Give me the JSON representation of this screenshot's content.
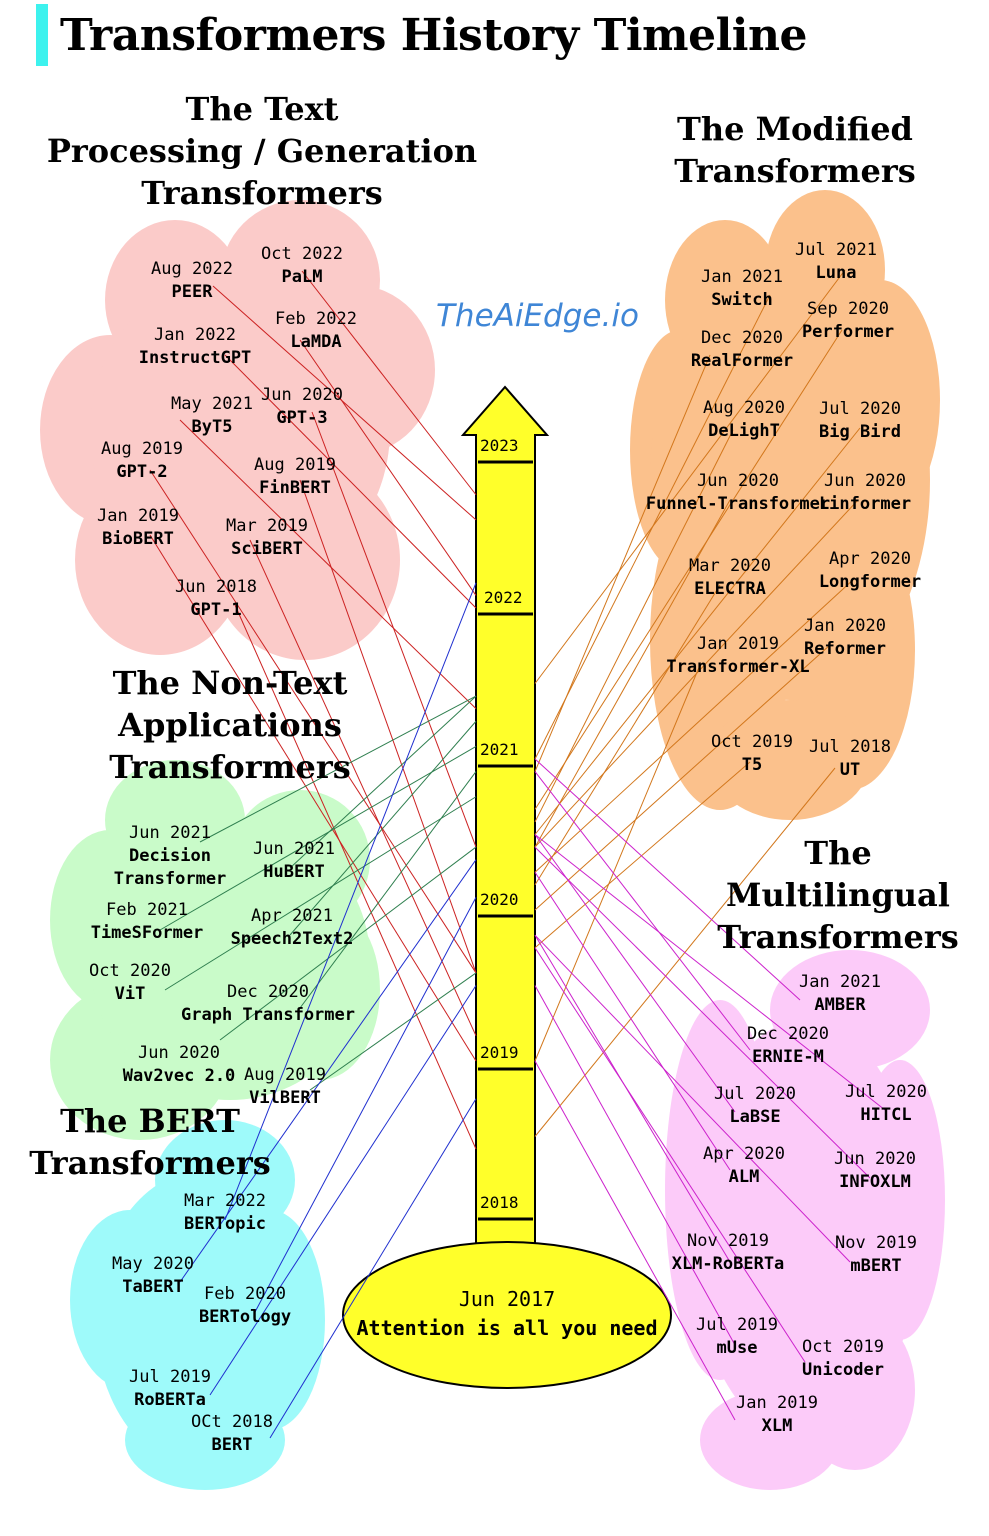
{
  "title": "Transformers History Timeline",
  "watermark": "TheAiEdge.io",
  "origin": {
    "date": "Jun 2017",
    "name": "Attention is all you need"
  },
  "years": [
    "2018",
    "2019",
    "2020",
    "2021",
    "2022",
    "2023"
  ],
  "colors": {
    "text": "#fbcbc9",
    "modified": "#fbc18c",
    "nontext": "#c9fbc9",
    "bert": "#9efafa",
    "multilingual": "#fccbf9",
    "arrow": "#ffff2a",
    "accent": "#3df2ee",
    "line_text": "#cc2222",
    "line_modified": "#d2771c",
    "line_nontext": "#2f7f4f",
    "line_bert": "#1f2fcf",
    "line_multilingual": "#cc22cc"
  },
  "groups": [
    {
      "key": "text",
      "heading": [
        "The Text",
        "Processing / Generation",
        "Transformers"
      ],
      "items": [
        {
          "date": "Aug 2022",
          "name": "PEER"
        },
        {
          "date": "Oct 2022",
          "name": "PaLM"
        },
        {
          "date": "Jan 2022",
          "name": "InstructGPT"
        },
        {
          "date": "Feb 2022",
          "name": "LaMDA"
        },
        {
          "date": "May 2021",
          "name": "ByT5"
        },
        {
          "date": "Jun 2020",
          "name": "GPT-3"
        },
        {
          "date": "Aug 2019",
          "name": "GPT-2"
        },
        {
          "date": "Aug 2019",
          "name": "FinBERT"
        },
        {
          "date": "Jan 2019",
          "name": "BioBERT"
        },
        {
          "date": "Mar 2019",
          "name": "SciBERT"
        },
        {
          "date": "Jun 2018",
          "name": "GPT-1"
        }
      ]
    },
    {
      "key": "modified",
      "heading": [
        "The Modified",
        "Transformers"
      ],
      "items": [
        {
          "date": "Jan 2021",
          "name": "Switch"
        },
        {
          "date": "Jul 2021",
          "name": "Luna"
        },
        {
          "date": "Sep 2020",
          "name": "Performer"
        },
        {
          "date": "Dec 2020",
          "name": "RealFormer"
        },
        {
          "date": "Aug 2020",
          "name": "DeLighT"
        },
        {
          "date": "Jul 2020",
          "name": "Big Bird"
        },
        {
          "date": "Jun 2020",
          "name": "Funnel-Transformer"
        },
        {
          "date": "Jun 2020",
          "name": "Linformer"
        },
        {
          "date": "Mar 2020",
          "name": "ELECTRA"
        },
        {
          "date": "Apr 2020",
          "name": "Longformer"
        },
        {
          "date": "Jan 2019",
          "name": "Transformer-XL"
        },
        {
          "date": "Jan 2020",
          "name": "Reformer"
        },
        {
          "date": "Oct 2019",
          "name": "T5"
        },
        {
          "date": "Jul 2018",
          "name": "UT"
        }
      ]
    },
    {
      "key": "nontext",
      "heading": [
        "The Non-Text",
        "Applications",
        "Transformers"
      ],
      "items": [
        {
          "date": "Jun 2021",
          "name": "Decision Transformer"
        },
        {
          "date": "Jun 2021",
          "name": "HuBERT"
        },
        {
          "date": "Feb 2021",
          "name": "TimeSFormer"
        },
        {
          "date": "Apr 2021",
          "name": "Speech2Text2"
        },
        {
          "date": "Oct 2020",
          "name": "ViT"
        },
        {
          "date": "Dec 2020",
          "name": "Graph Transformer"
        },
        {
          "date": "Jun 2020",
          "name": "Wav2vec 2.0"
        },
        {
          "date": "Aug 2019",
          "name": "VilBERT"
        }
      ]
    },
    {
      "key": "bert",
      "heading": [
        "The BERT",
        "Transformers"
      ],
      "items": [
        {
          "date": "Mar 2022",
          "name": "BERTopic"
        },
        {
          "date": "May 2020",
          "name": "TaBERT"
        },
        {
          "date": "Feb 2020",
          "name": "BERTology"
        },
        {
          "date": "Jul 2019",
          "name": "RoBERTa"
        },
        {
          "date": "OCt 2018",
          "name": "BERT"
        }
      ]
    },
    {
      "key": "multilingual",
      "heading": [
        "The",
        "Multilingual",
        "Transformers"
      ],
      "items": [
        {
          "date": "Jan 2021",
          "name": "AMBER"
        },
        {
          "date": "Dec 2020",
          "name": "ERNIE-M"
        },
        {
          "date": "Jul 2020",
          "name": "LaBSE"
        },
        {
          "date": "Jul 2020",
          "name": "HITCL"
        },
        {
          "date": "Apr 2020",
          "name": "ALM"
        },
        {
          "date": "Jun 2020",
          "name": "INFOXLM"
        },
        {
          "date": "Nov 2019",
          "name": "XLM-RoBERTa"
        },
        {
          "date": "Nov 2019",
          "name": "mBERT"
        },
        {
          "date": "Jul 2019",
          "name": "mUse"
        },
        {
          "date": "Oct 2019",
          "name": "Unicoder"
        },
        {
          "date": "Jan 2019",
          "name": "XLM"
        }
      ]
    }
  ]
}
